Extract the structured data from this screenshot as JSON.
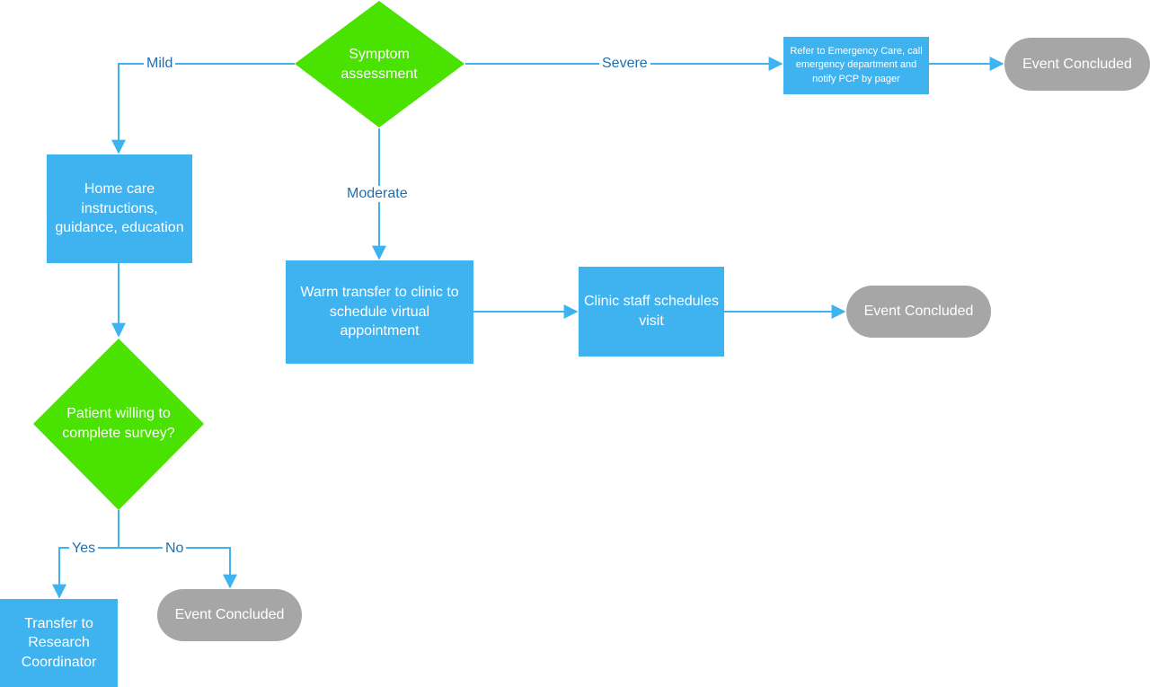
{
  "nodes": {
    "symptom_assessment": "Symptom assessment",
    "refer_emergency": "Refer to Emergency Care, call emergency department and notify PCP by pager",
    "event_concluded_1": "Event Concluded",
    "home_care": "Home care instructions, guidance, education",
    "warm_transfer": "Warm transfer to clinic to schedule virtual appointment",
    "clinic_schedules": "Clinic staff schedules visit",
    "event_concluded_2": "Event Concluded",
    "patient_willing": "Patient willing to complete survey?",
    "transfer_research": "Transfer to Research Coordinator",
    "event_concluded_3": "Event Concluded"
  },
  "edges": {
    "mild": "Mild",
    "severe": "Severe",
    "moderate": "Moderate",
    "yes": "Yes",
    "no": "No"
  },
  "colors": {
    "decision": "#4ae200",
    "process": "#3fb3f0",
    "terminal": "#a6a6a6",
    "connector": "#3fb3f0",
    "edge_label": "#1f6fb0"
  }
}
